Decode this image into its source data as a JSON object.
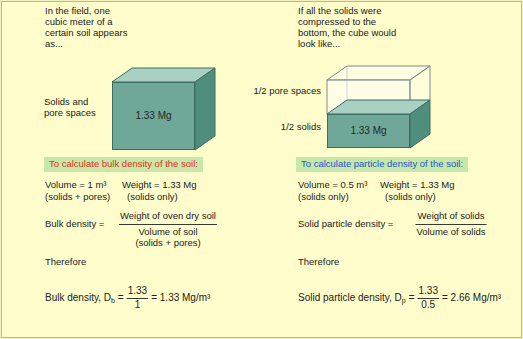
{
  "diagram": {
    "nodes": [
      {
        "text": [
          "1.33 Mg"
        ]
      },
      {
        "text": [
          "1.33 Mg"
        ]
      },
      {
        "text": [
          "To calculate bulk density of the soil:"
        ]
      },
      {
        "text": [
          "To calculate particle density of the soil:"
        ]
      }
    ],
    "labels": [
      "In the field, one cubic meter of a certain soil appears as...",
      "Solids and pore spaces",
      "If all the solids were compressed to the bottom, the cube would look like...",
      "1/2 pore spaces",
      "1/2 solids",
      "Volume = 1 m³",
      "(solids + pores)",
      "Weight = 1.33 Mg",
      "(solids only)",
      "Bulk density =",
      "Weight of oven dry soil",
      "Volume of soil",
      "(solids + pores)",
      "Therefore",
      "Bulk density, D",
      "b",
      "=",
      "1.33",
      "1",
      "= 1.33 Mg/m³",
      "Volume = 0.5 m³",
      "(solids only)",
      "Weight = 1.33 Mg",
      "(solids only)",
      "Solid particle density =",
      "Weight of solids",
      "Volume of solids",
      "Therefore",
      "Solid particle density, D",
      "p",
      "=",
      "1.33",
      "0.5",
      "= 2.66 Mg/m³"
    ]
  }
}
